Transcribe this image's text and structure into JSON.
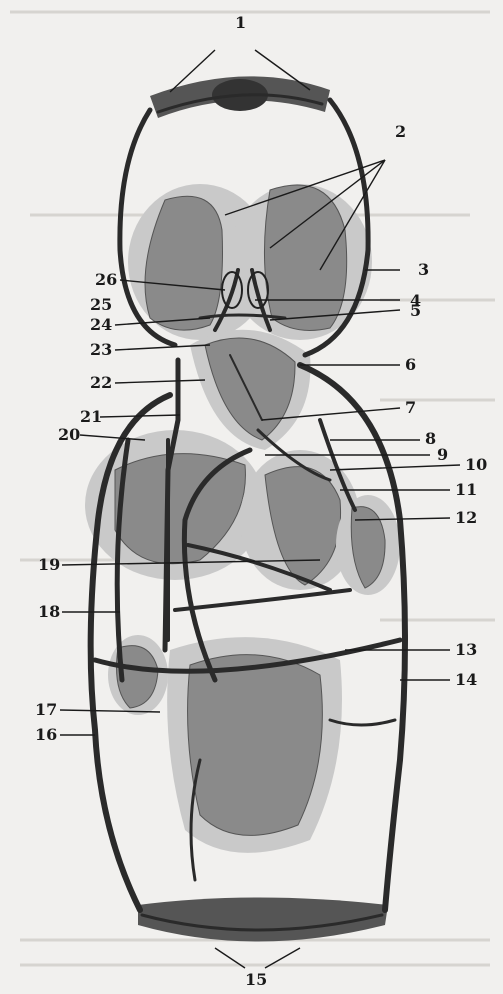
{
  "labels": [
    "1",
    "2",
    "3",
    "4",
    "5",
    "6",
    "7",
    "8",
    "9",
    "10",
    "11",
    "12",
    "13",
    "14",
    "15",
    "16",
    "17",
    "18",
    "19",
    "20",
    "21",
    "22",
    "23",
    "24",
    "25",
    "26"
  ],
  "colors": {
    "background": "#f1f0ee",
    "ink": "#1a1a1a",
    "organ": "#8a8a8a",
    "halo": "#c9c9c9"
  }
}
